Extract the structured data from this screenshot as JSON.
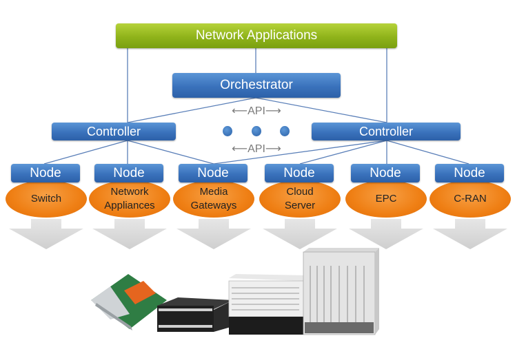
{
  "diagram": {
    "top": {
      "label": "Network Applications",
      "color": "#8fb31a"
    },
    "orchestrator": {
      "label": "Orchestrator",
      "color": "#3a72bc"
    },
    "controllers": [
      {
        "label": "Controller"
      },
      {
        "label": "Controller"
      }
    ],
    "api_labels": [
      "API",
      "API"
    ],
    "nodes": [
      {
        "label": "Node",
        "device_lines": [
          "Switch"
        ]
      },
      {
        "label": "Node",
        "device_lines": [
          "Network",
          "Appliances"
        ]
      },
      {
        "label": "Node",
        "device_lines": [
          "Media",
          "Gateways"
        ]
      },
      {
        "label": "Node",
        "device_lines": [
          "Cloud",
          "Server"
        ]
      },
      {
        "label": "Node",
        "device_lines": [
          "EPC"
        ]
      },
      {
        "label": "Node",
        "device_lines": [
          "C-RAN"
        ]
      }
    ],
    "colors": {
      "node_blue": "#3a72bc",
      "device_orange": "#ef7f14",
      "connector": "#5a7fb8",
      "arrow_gray": "#d6d6d6"
    },
    "hardware_image": "network hardware products (blade card, rackmount server, chassis, telecom shelf)"
  }
}
